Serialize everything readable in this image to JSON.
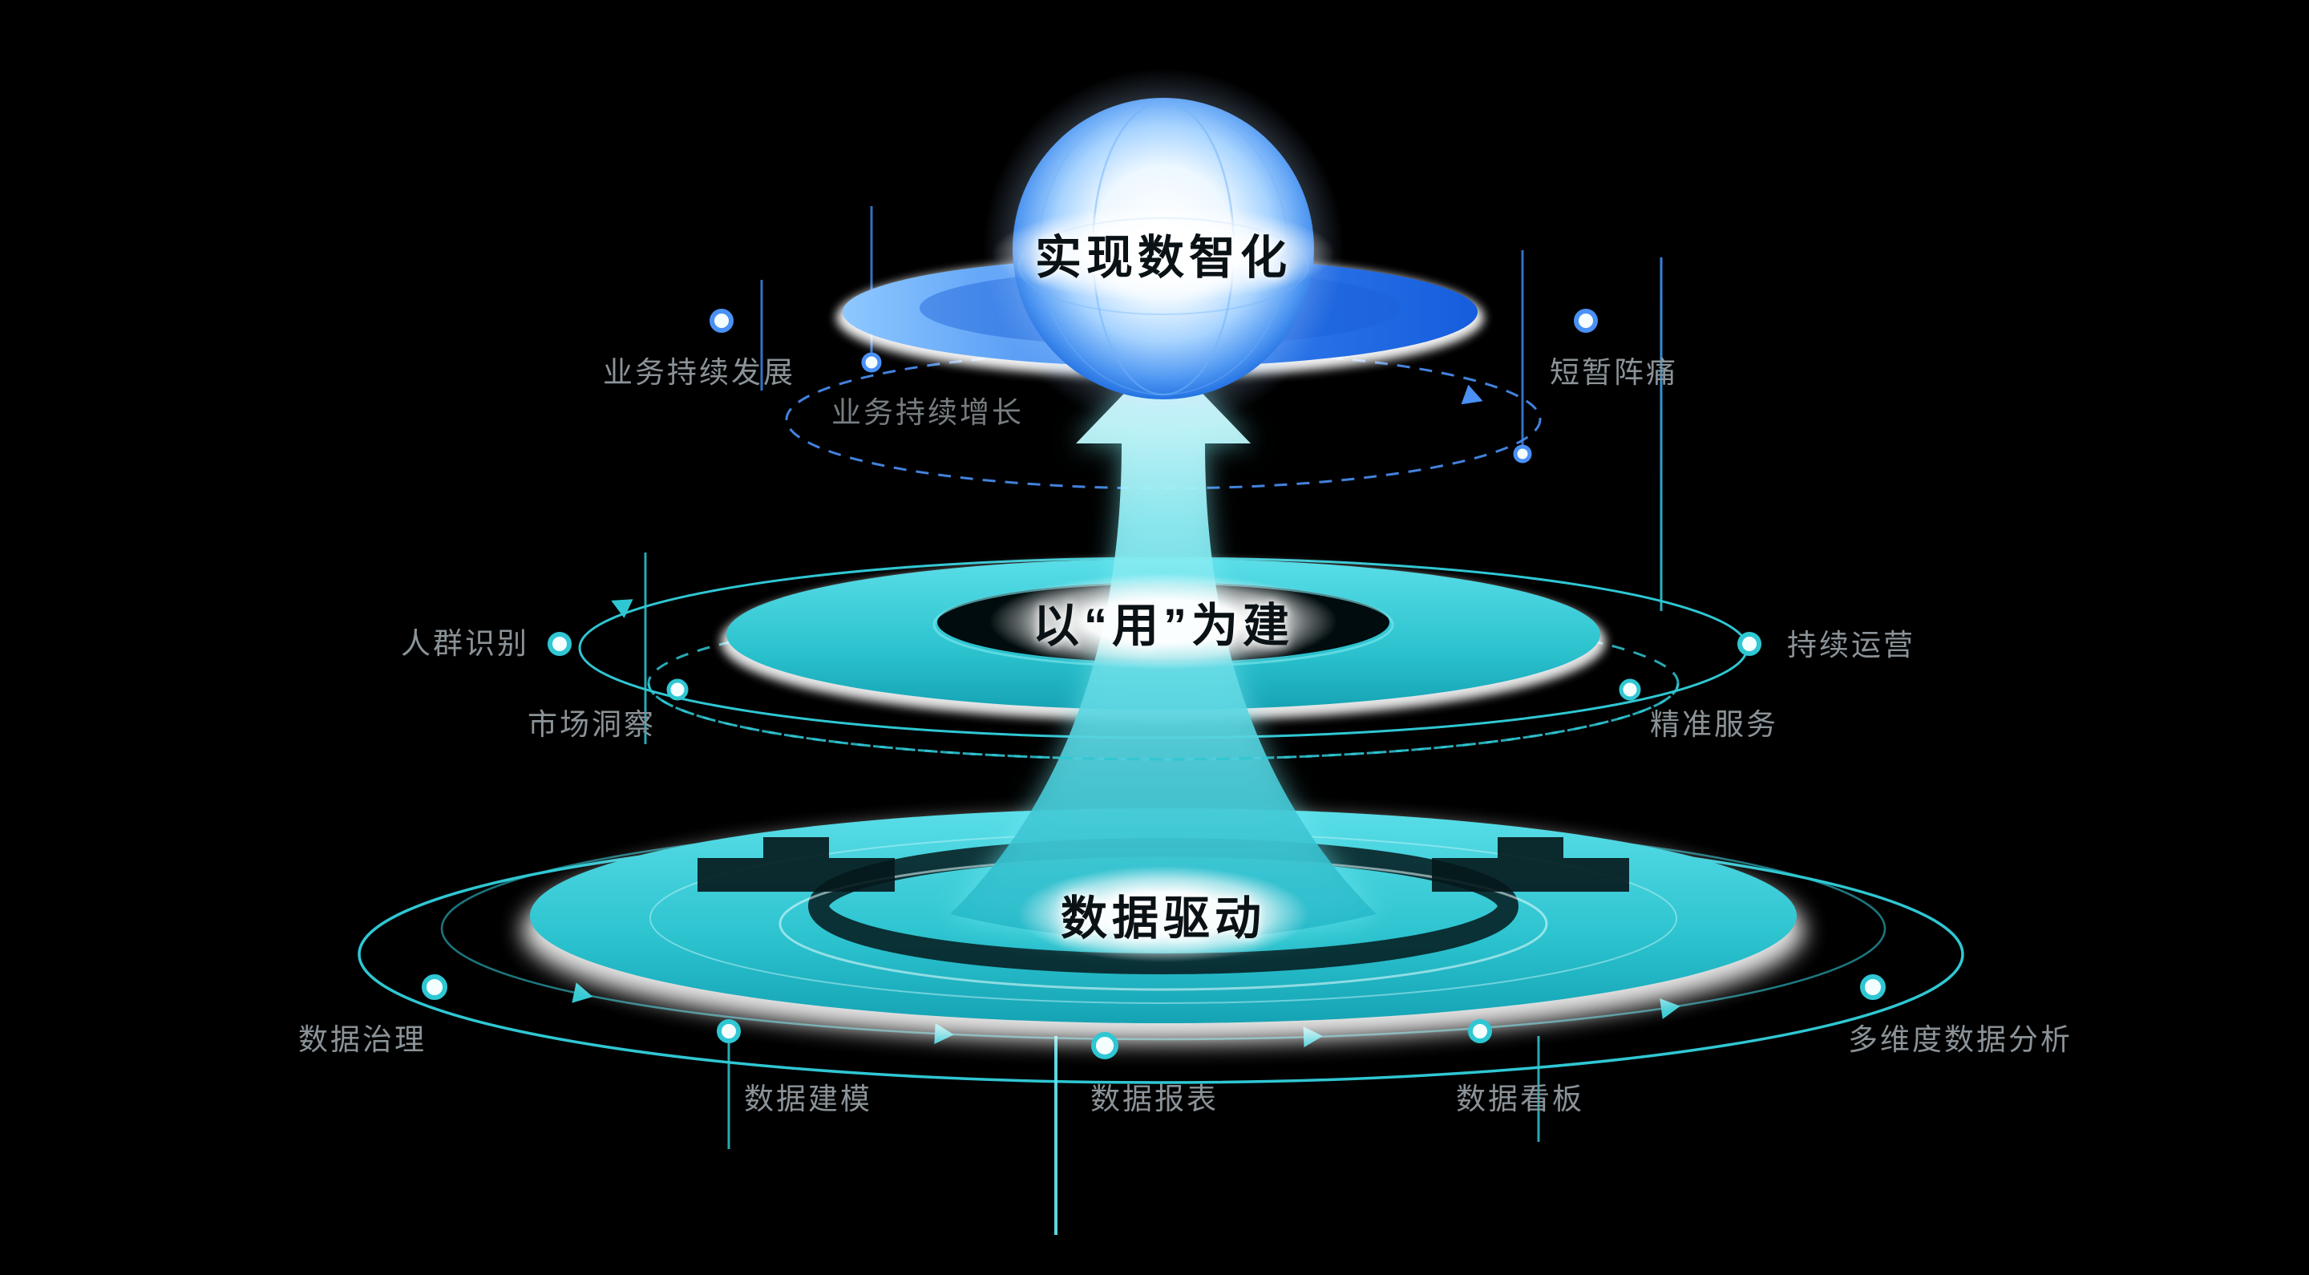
{
  "scene": {
    "colors": {
      "background": "#000000",
      "teal": "#2fc7d3",
      "teal_bright": "#5fe3ee",
      "blue": "#4a90f5",
      "blue_deep": "#1f6fe8",
      "satellite_text": "#8b9398",
      "tier_text": "#0b1216",
      "glow": "#ffffff"
    },
    "tiers": {
      "top": {
        "label": "实现数智化"
      },
      "middle": {
        "label": "以“用”为建"
      },
      "bottom": {
        "label": "数据驱动"
      }
    },
    "satellites": {
      "business_sustained_development": "业务持续发展",
      "business_sustained_growth": "业务持续增长",
      "short_term_pain": "短暂阵痛",
      "crowd_identification": "人群识别",
      "market_insight": "市场洞察",
      "continuous_operation": "持续运营",
      "precision_service": "精准服务",
      "data_governance": "数据治理",
      "data_modeling": "数据建模",
      "data_reports": "数据报表",
      "data_dashboards": "数据看板",
      "multidimensional_data_analysis": "多维度数据分析"
    },
    "icons": {
      "globe": "globe-icon",
      "growth_arrow": "growth-arrow-icon",
      "orbit_node": "node-dot-icon"
    }
  }
}
